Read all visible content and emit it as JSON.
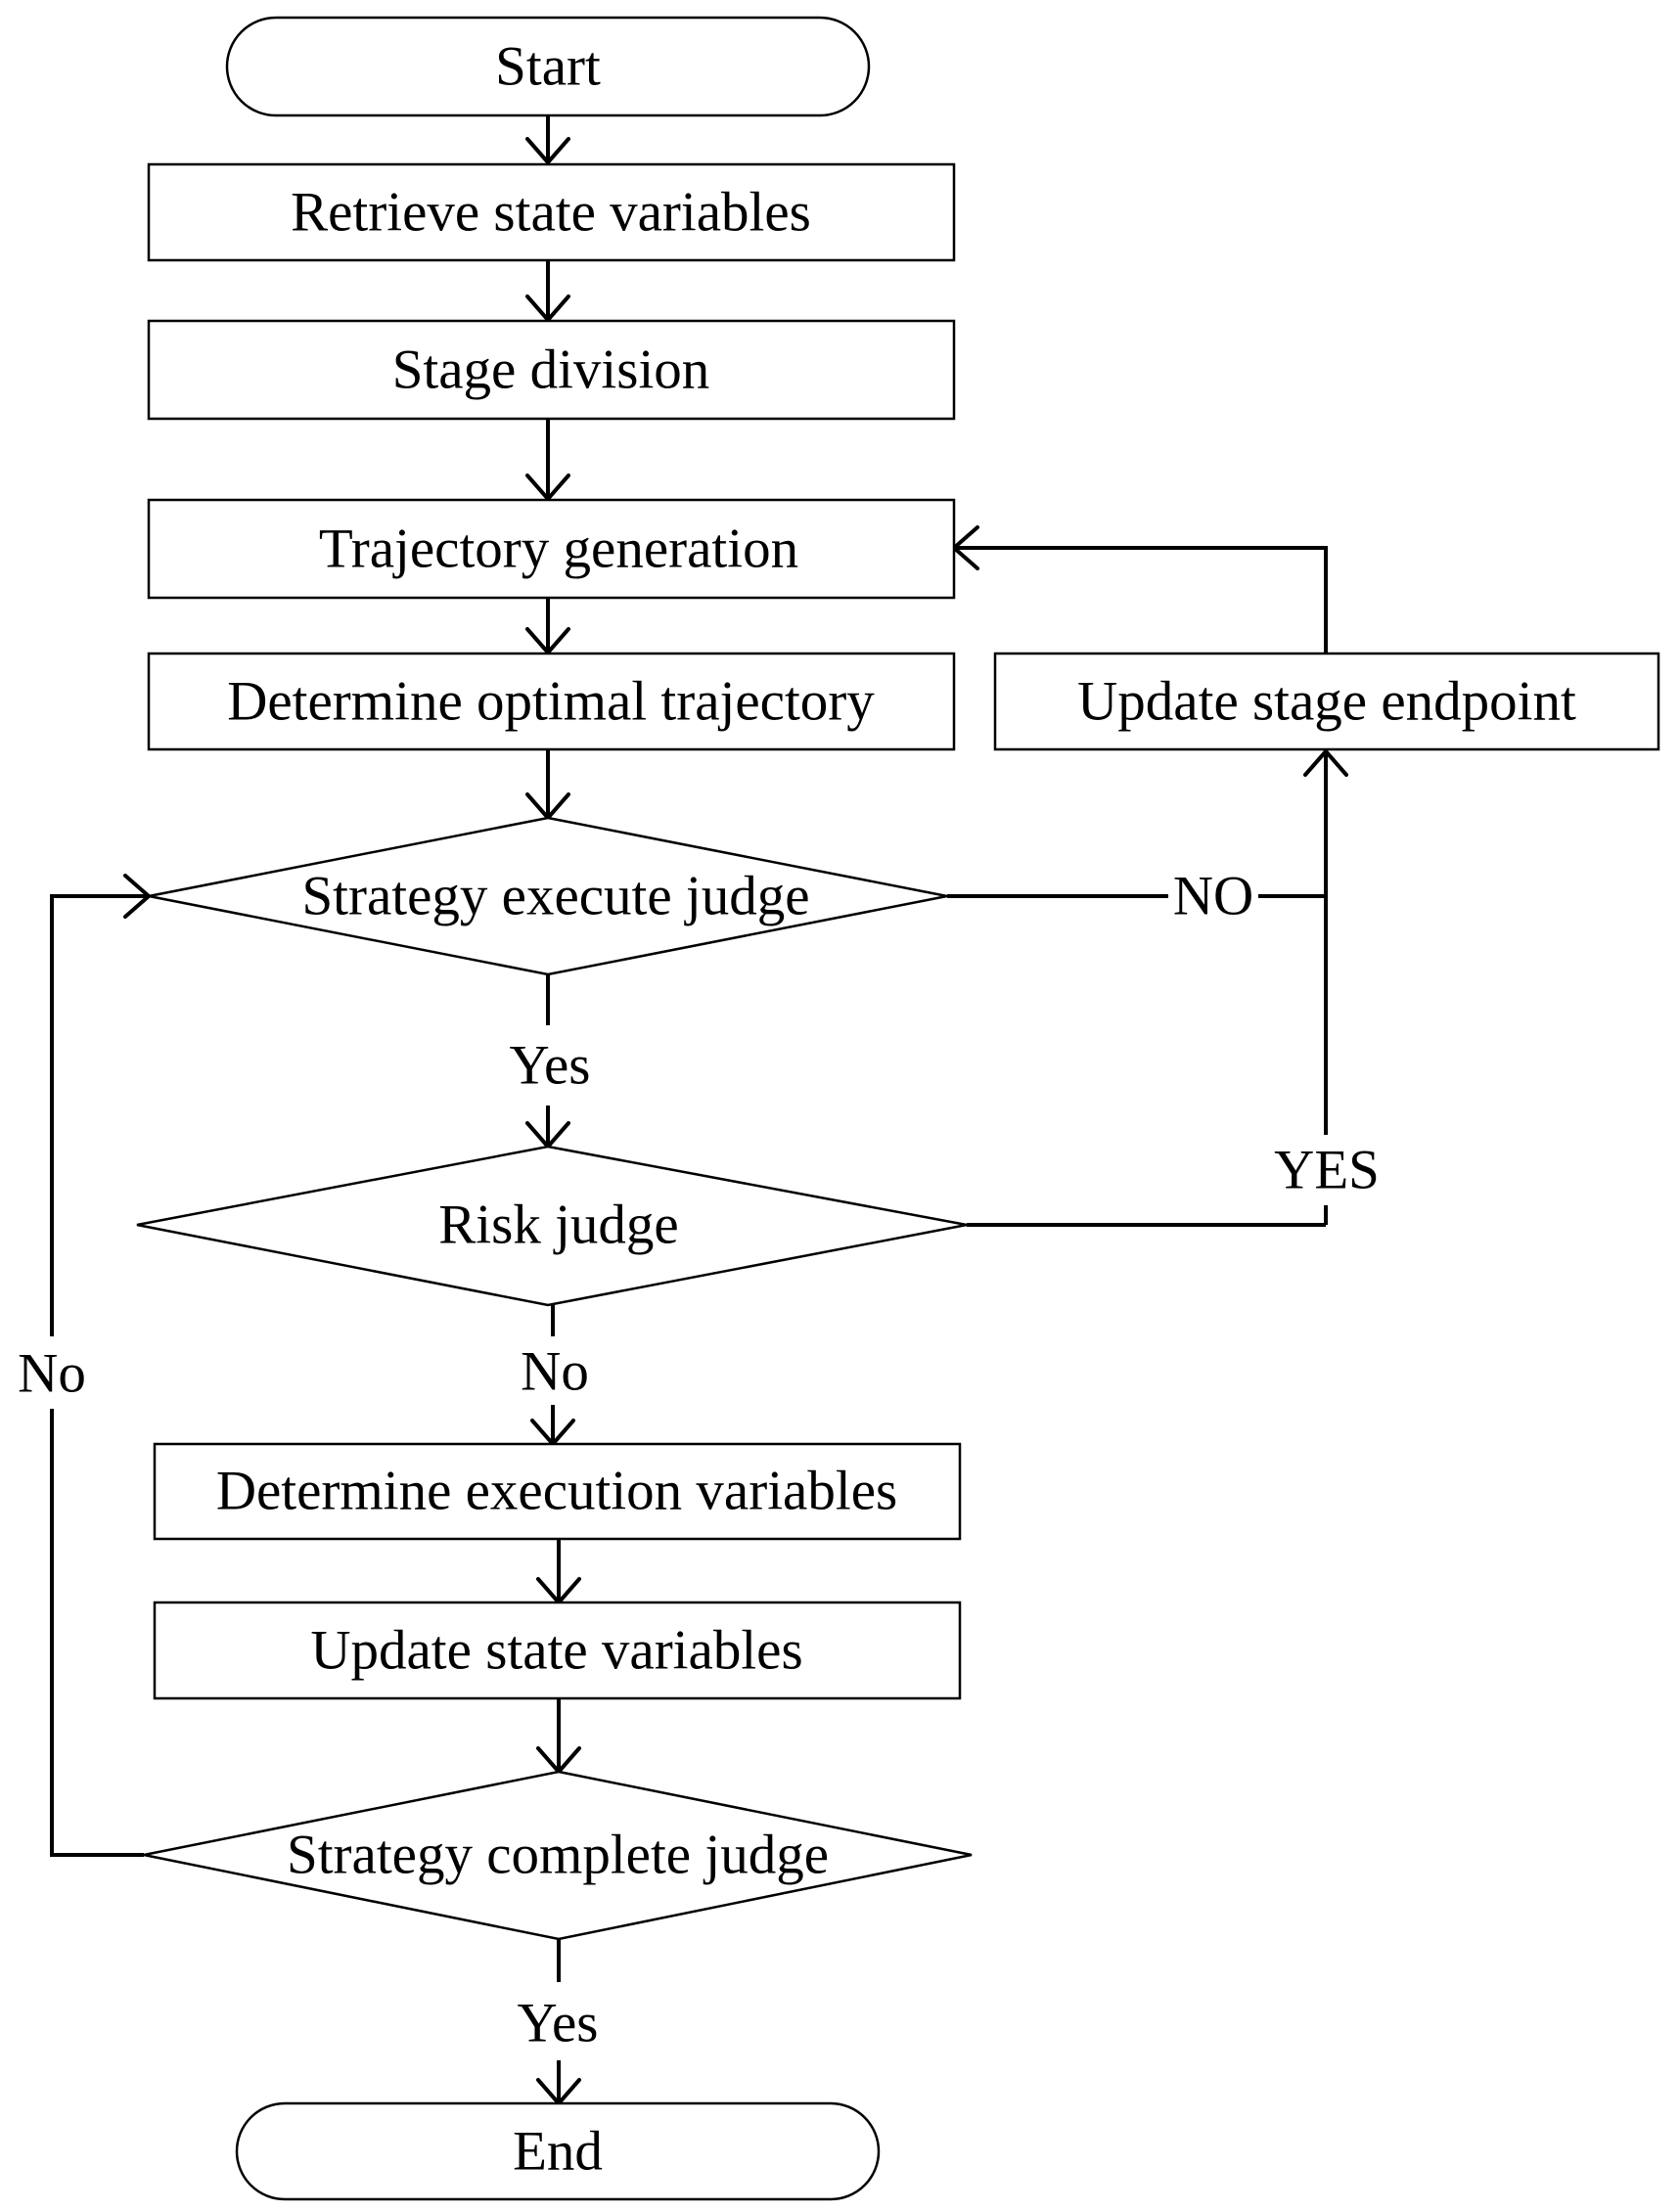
{
  "nodes": {
    "start": "Start",
    "retrieve_state": "Retrieve state variables",
    "stage_division": "Stage division",
    "trajectory_generation": "Trajectory generation",
    "determine_optimal": "Determine optimal trajectory",
    "update_stage_endpoint": "Update stage endpoint",
    "strategy_execute_judge": "Strategy execute judge",
    "risk_judge": "Risk judge",
    "determine_execution": "Determine execution variables",
    "update_state": "Update state variables",
    "strategy_complete_judge": "Strategy complete judge",
    "end": "End"
  },
  "edges": {
    "execute_yes": "Yes",
    "execute_no": "NO",
    "risk_yes": "YES",
    "risk_no": "No",
    "complete_no": "No",
    "complete_yes": "Yes"
  }
}
